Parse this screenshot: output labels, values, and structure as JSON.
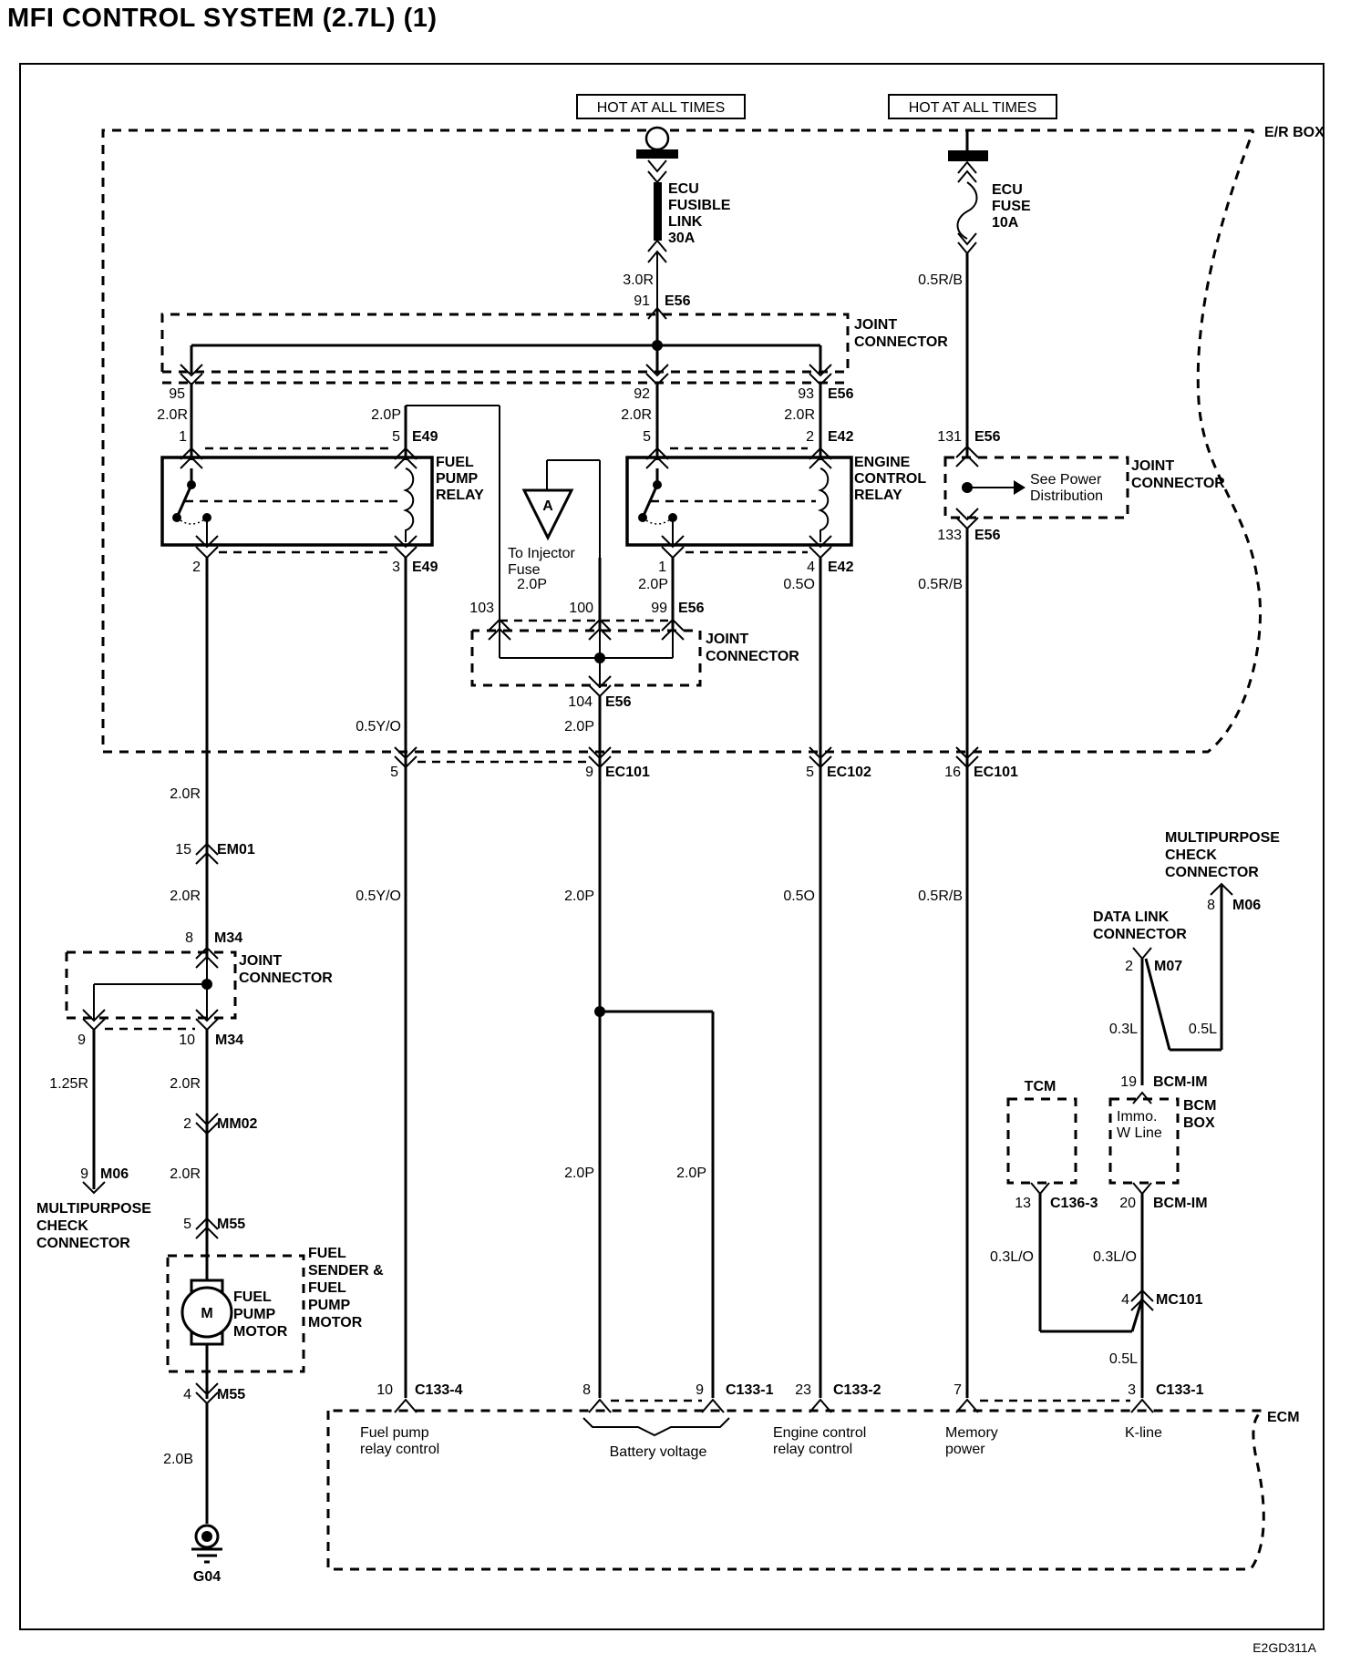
{
  "title": "MFI CONTROL SYSTEM (2.7L) (1)",
  "diagram_code": "E2GD311A",
  "power_sources": [
    {
      "label": "HOT AT ALL TIMES"
    },
    {
      "label": "HOT AT ALL TIMES"
    }
  ],
  "components": {
    "er_box": "E/R BOX",
    "ecu_fusible_link": [
      "ECU",
      "FUSIBLE",
      "LINK",
      "30A"
    ],
    "ecu_fuse": [
      "ECU",
      "FUSE",
      "10A"
    ],
    "joint_connector": [
      "JOINT",
      "CONNECTOR"
    ],
    "fuel_pump_relay": [
      "FUEL",
      "PUMP",
      "RELAY"
    ],
    "engine_control_relay": [
      "ENGINE",
      "CONTROL",
      "RELAY"
    ],
    "see_power_distribution": [
      "See Power",
      "Distribution"
    ],
    "ref_a": "A",
    "to_injector_fuse": [
      "To Injector",
      "Fuse"
    ],
    "multipurpose_check_connector": [
      "MULTIPURPOSE",
      "CHECK",
      "CONNECTOR"
    ],
    "fuel_sender": [
      "FUEL",
      "SENDER &",
      "FUEL",
      "PUMP",
      "MOTOR"
    ],
    "fuel_pump_motor": [
      "FUEL",
      "PUMP",
      "MOTOR"
    ],
    "motor_symbol": "M",
    "ground": "G04",
    "data_link_connector": [
      "DATA LINK",
      "CONNECTOR"
    ],
    "tcm": "TCM",
    "immo": [
      "Immo.",
      "W Line"
    ],
    "bcm_box": [
      "BCM",
      "BOX"
    ],
    "ecm": "ECM"
  },
  "ecm_pins": [
    {
      "label": [
        "Fuel pump",
        "relay control"
      ]
    },
    {
      "label": [
        "Battery voltage"
      ]
    },
    {
      "label": [
        "Engine control",
        "relay control"
      ]
    },
    {
      "label": [
        "Memory",
        "power"
      ]
    },
    {
      "label": [
        "K-line"
      ]
    }
  ],
  "wires": {
    "w30r": "3.0R",
    "w20r": "2.0R",
    "w20p": "2.0P",
    "w05rb": "0.5R/B",
    "w05yo": "0.5Y/O",
    "w05o": "0.5O",
    "w125r": "1.25R",
    "w20b": "2.0B",
    "w03l": "0.3L",
    "w05l": "0.5L",
    "w03lo": "0.3L/O"
  },
  "connectors": {
    "E56": "E56",
    "E49": "E49",
    "E42": "E42",
    "EC101": "EC101",
    "EC102": "EC102",
    "EM01": "EM01",
    "M34": "M34",
    "M06": "M06",
    "MM02": "MM02",
    "M55": "M55",
    "M07": "M07",
    "BCM_IM": "BCM-IM",
    "C136_3": "C136-3",
    "MC101": "MC101",
    "C133_1": "C133-1",
    "C133_2": "C133-2",
    "C133_4": "C133-4"
  },
  "pins": {
    "p91": "91",
    "p92": "92",
    "p93": "93",
    "p95": "95",
    "p99": "99",
    "p100": "100",
    "p103": "103",
    "p104": "104",
    "p131": "131",
    "p133": "133",
    "p1": "1",
    "p2": "2",
    "p3": "3",
    "p4": "4",
    "p5": "5",
    "p7": "7",
    "p8": "8",
    "p9": "9",
    "p10": "10",
    "p13": "13",
    "p15": "15",
    "p16": "16",
    "p19": "19",
    "p20": "20",
    "p23": "23"
  }
}
